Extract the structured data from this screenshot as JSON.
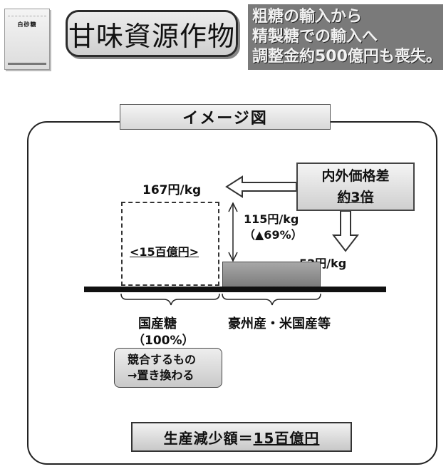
{
  "header": {
    "bag_label": "白砂糖",
    "title": "甘味資源作物",
    "headline": [
      "粗糖の輸入から",
      "精製糖での輸入へ",
      "調整金約500億円も喪失。"
    ]
  },
  "diagram": {
    "frame_title": "イメージ図",
    "price_gap": {
      "line1": "内外価格差",
      "line2": "約3倍"
    },
    "domestic_price": "167円/kg",
    "difference": {
      "line1": "115円/kg",
      "line2": "（▲69%）"
    },
    "domestic_value": "<15百億円>",
    "import_price": "52円/kg",
    "domestic_label": "国産糖",
    "domestic_share": "（100%）",
    "import_label": "豪州産・米国産等",
    "competing": [
      "競合するもの",
      "→置き換わる"
    ],
    "result": {
      "text": "生産減少額＝",
      "amount": "15百億円"
    }
  },
  "colors": {
    "bar_fill": "#8c8c8c",
    "headline_bg": "#7a7a7a",
    "baseline": "#111111"
  }
}
